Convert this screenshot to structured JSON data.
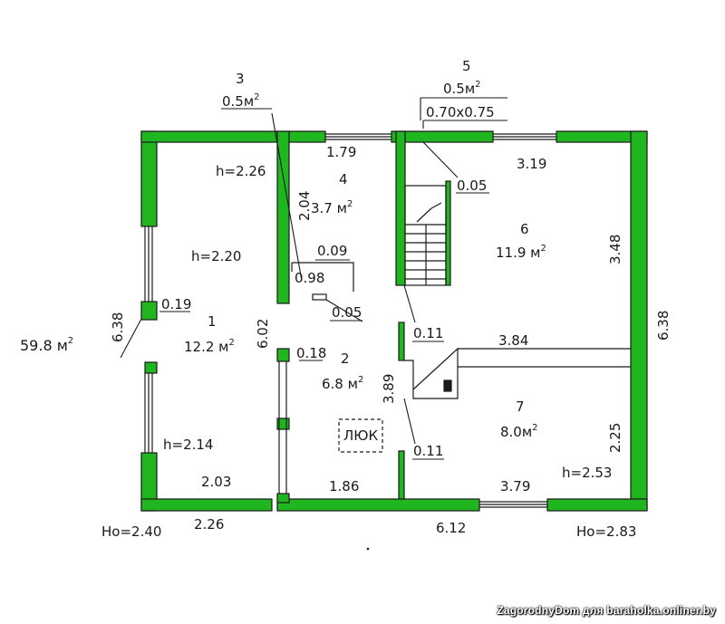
{
  "total_area": "59.8 м",
  "total_area_sup": "2",
  "callouts": {
    "c3_num": "3",
    "c3_area": "0.5м",
    "c5_num": "5",
    "c5_area": "0.5м",
    "c5_size": "0.70x0.75"
  },
  "rooms": [
    {
      "num": "1",
      "area": "12.2 м"
    },
    {
      "num": "2",
      "area": "6.8 м"
    },
    {
      "num": "4",
      "area": "3.7 м"
    },
    {
      "num": "6",
      "area": "11.9 м"
    },
    {
      "num": "7",
      "area": "8.0м"
    }
  ],
  "heights": {
    "h226": "h=2.26",
    "h220": "h=2.20",
    "h214": "h=2.14",
    "h253": "h=2.53",
    "ho240": "Ho=2.40",
    "ho283": "Ho=2.83"
  },
  "dims": {
    "d179": "1.79",
    "d319": "3.19",
    "d005a": "0.05",
    "d204": "2.04",
    "d348": "3.48",
    "d009": "0.09",
    "d098": "0.98",
    "d005b": "0.05",
    "d019": "0.19",
    "d638L": "6.38",
    "d602": "6.02",
    "d011a": "0.11",
    "d384": "3.84",
    "d018": "0.18",
    "d389": "3.89",
    "d638R": "6.38",
    "d011b": "0.11",
    "d225": "2.25",
    "d203": "2.03",
    "d186": "1.86",
    "d379": "3.79",
    "d226": "2.26",
    "d612": "6.12"
  },
  "hatch": "ЛЮК",
  "watermark": "ZagorodnyDom для baraholka.onliner.by",
  "colors": {
    "wall": "#1fb61f",
    "line": "#1a1a1a",
    "paper": "#ffffff"
  }
}
